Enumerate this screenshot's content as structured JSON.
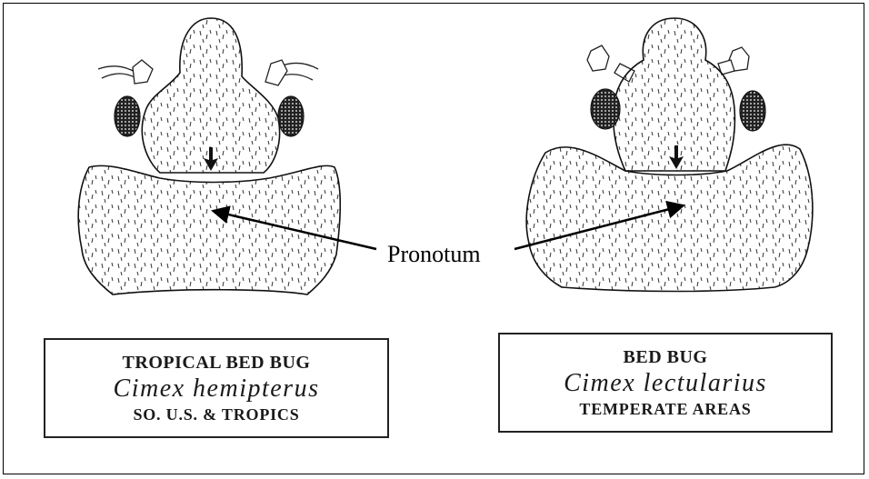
{
  "pointer_label": "Pronotum",
  "left_species": {
    "common_name": "TROPICAL BED BUG",
    "scientific_name": "Cimex hemipterus",
    "region": "SO. U.S. & TROPICS"
  },
  "right_species": {
    "common_name": "BED BUG",
    "scientific_name": "Cimex lectularius",
    "region": "TEMPERATE AREAS"
  },
  "colors": {
    "ink": "#1a1a1a",
    "background": "#ffffff"
  }
}
